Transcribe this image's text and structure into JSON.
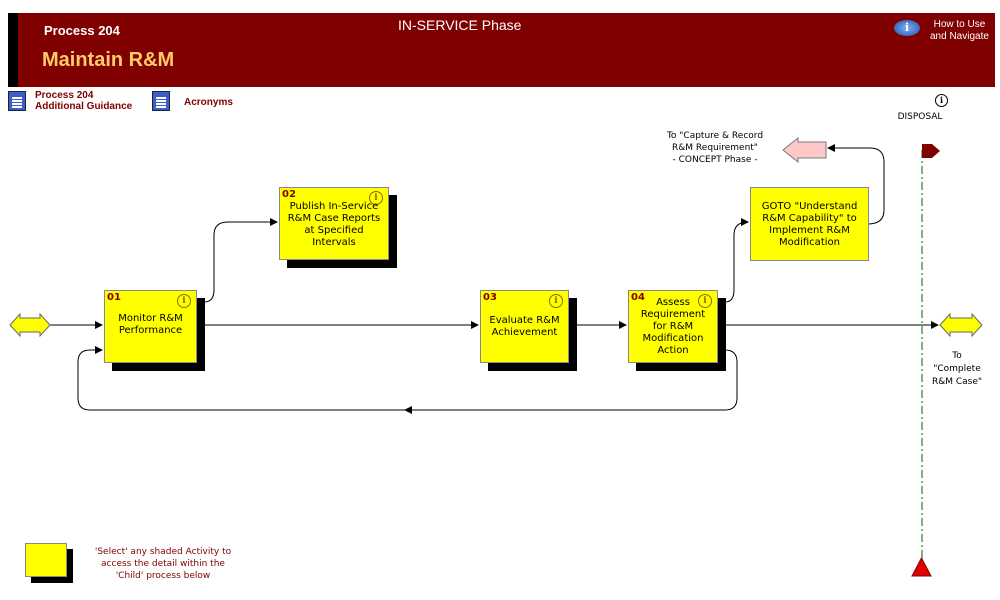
{
  "header": {
    "process": "Process 204",
    "title": "Maintain R&M",
    "phase": "IN-SERVICE Phase",
    "help_line1": "How to Use",
    "help_line2": "and Navigate"
  },
  "links": {
    "guidance_line1": "Process 204",
    "guidance_line2": "Additional Guidance",
    "acronyms": "Acronyms"
  },
  "disposal": "DISPOSAL",
  "activities": [
    {
      "num": "01",
      "label": "Monitor R&M Performance"
    },
    {
      "num": "02",
      "label": "Publish In-Service R&M Case Reports at Specified Intervals"
    },
    {
      "num": "03",
      "label": "Evaluate R&M Achievement"
    },
    {
      "num": "04",
      "label": "Assess Requirement for R&M Modification Action"
    }
  ],
  "goto": "GOTO \"Understand R&M Capability\" to Implement R&M Modification",
  "concept_note": {
    "l1": "To \"Capture & Record",
    "l2": "R&M Requirement\"",
    "l3": "- CONCEPT Phase -"
  },
  "complete_note": {
    "l1": "To",
    "l2": "\"Complete",
    "l3": "R&M Case\""
  },
  "legend": {
    "l1": "'Select' any shaded Activity to",
    "l2": "access the detail within the",
    "l3": "'Child' process below"
  },
  "colors": {
    "header": "#800000",
    "activity": "#ffff00",
    "title": "#ffcc66",
    "timeline": "#006600"
  }
}
